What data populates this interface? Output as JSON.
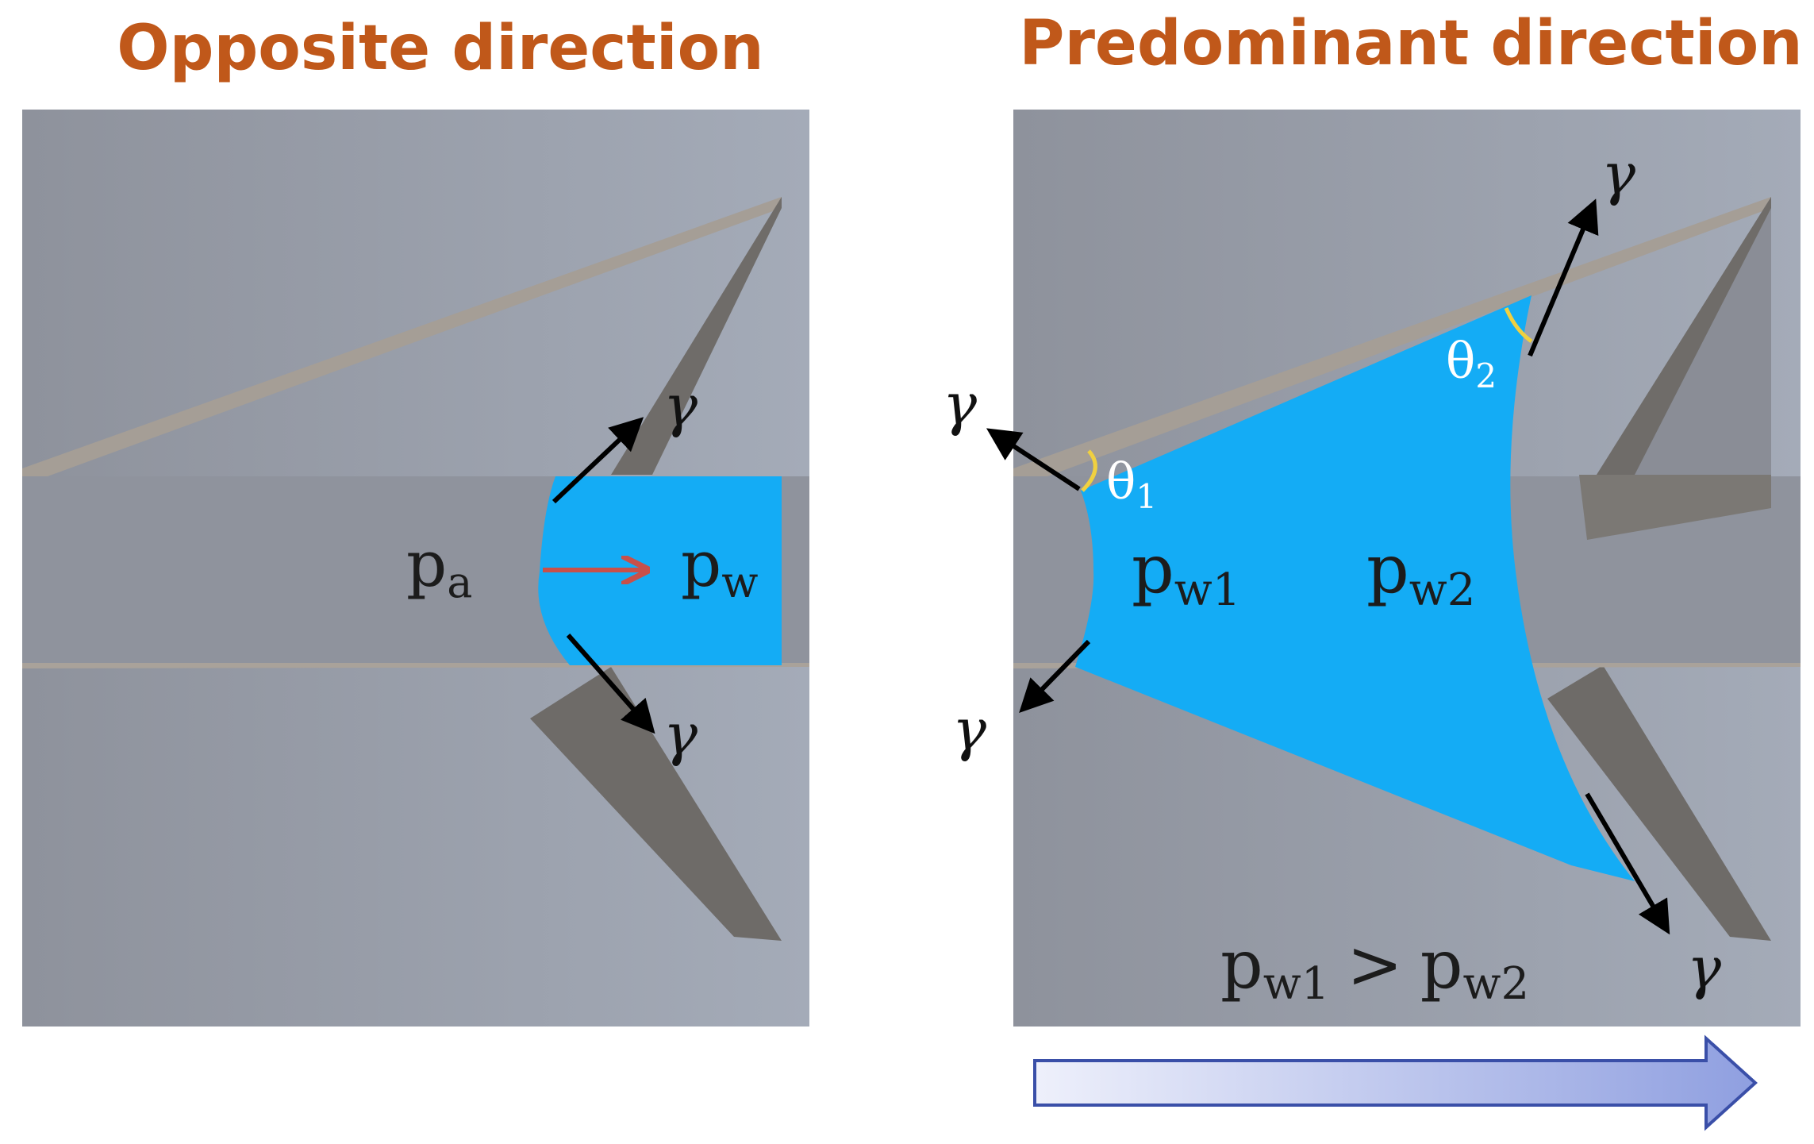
{
  "titles": {
    "left": "Opposite direction",
    "right": "Predominant direction"
  },
  "colors": {
    "title": "#c0581a",
    "wall": "#979ba6",
    "wall_dark": "#6a6866",
    "wall_edge": "#a59e96",
    "water": "#14acf5",
    "red_arrow": "#c8504a",
    "contact_angle": "#f0d040",
    "direction_arrow_start": "#eef0fb",
    "direction_arrow_end": "#8f9fe0",
    "direction_arrow_stroke": "#3a4fa8"
  },
  "left_panel": {
    "pressure_air": {
      "base": "p",
      "sub": "a"
    },
    "pressure_water": {
      "base": "p",
      "sub": "w"
    },
    "tension_top": "γ",
    "tension_bottom": "γ"
  },
  "right_panel": {
    "pressure_1": {
      "base": "p",
      "sub": "w1"
    },
    "pressure_2": {
      "base": "p",
      "sub": "w2"
    },
    "theta_1": {
      "base": "θ",
      "sub": "1"
    },
    "theta_2": {
      "base": "θ",
      "sub": "2"
    },
    "tension_left_top": "γ",
    "tension_left_bottom": "γ",
    "tension_right_top": "γ",
    "tension_right_bottom": "γ",
    "relation": {
      "a": "p",
      "a_sub": "w1",
      "op": ">",
      "b": "p",
      "b_sub": "w2"
    }
  },
  "icons": {
    "flow": "red-arrow-right",
    "direction": "block-arrow-right"
  }
}
